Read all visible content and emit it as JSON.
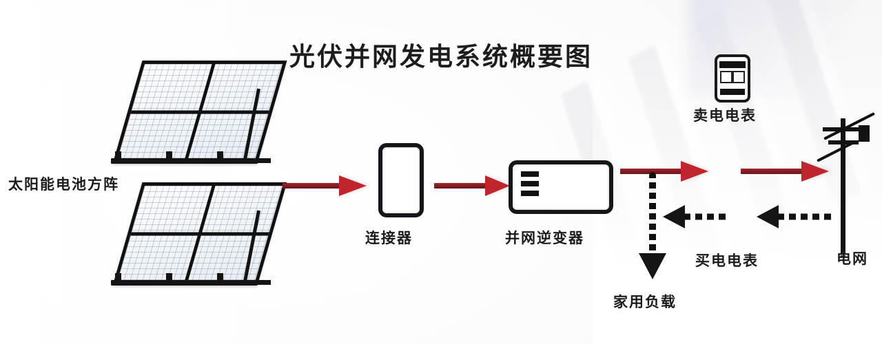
{
  "diagram": {
    "title": "光伏并网发电系统概要图",
    "nodes": [
      {
        "id": "solar-array",
        "label": "太阳能电池方阵",
        "icon": "solar-panel-icon"
      },
      {
        "id": "connector",
        "label": "连接器",
        "icon": "connector-icon"
      },
      {
        "id": "grid-inverter",
        "label": "并网逆变器",
        "icon": "inverter-icon"
      },
      {
        "id": "sell-meter",
        "label": "卖电电表",
        "icon": "electric-meter-icon"
      },
      {
        "id": "buy-meter",
        "label": "买电电表",
        "icon": "electric-meter-icon"
      },
      {
        "id": "home-load",
        "label": "家用负载",
        "icon": "down-arrow-icon"
      },
      {
        "id": "power-grid",
        "label": "电网",
        "icon": "utility-pole-icon"
      }
    ],
    "flows": [
      {
        "id": "array-to-connector",
        "from": "太阳能电池方阵",
        "to": "连接器",
        "style": "red-solid-arrow",
        "direction": "right"
      },
      {
        "id": "connector-to-inverter",
        "from": "连接器",
        "to": "并网逆变器",
        "style": "red-solid-arrow",
        "direction": "right"
      },
      {
        "id": "inverter-to-sell",
        "from": "并网逆变器",
        "to": "卖电电表",
        "style": "red-solid-arrow",
        "direction": "right"
      },
      {
        "id": "sell-to-grid",
        "from": "卖电电表",
        "to": "电网",
        "style": "red-solid-arrow",
        "direction": "right"
      },
      {
        "id": "grid-to-buy",
        "from": "电网",
        "to": "买电电表",
        "style": "black-dashed-arrow",
        "direction": "left"
      },
      {
        "id": "buy-to-branch",
        "from": "买电电表",
        "to": "家用负载",
        "style": "black-dashed-arrow",
        "direction": "left"
      },
      {
        "id": "branch-to-load",
        "from": "并网逆变器",
        "to": "家用负载",
        "style": "black-dotted-arrow",
        "direction": "down"
      }
    ],
    "colors": {
      "arrow_red_shaft": "#7e1b20",
      "arrow_red_head": "#c0252e",
      "arrow_black": "#151515",
      "text": "#1b1b1b",
      "background": "#fdfdfd"
    }
  }
}
